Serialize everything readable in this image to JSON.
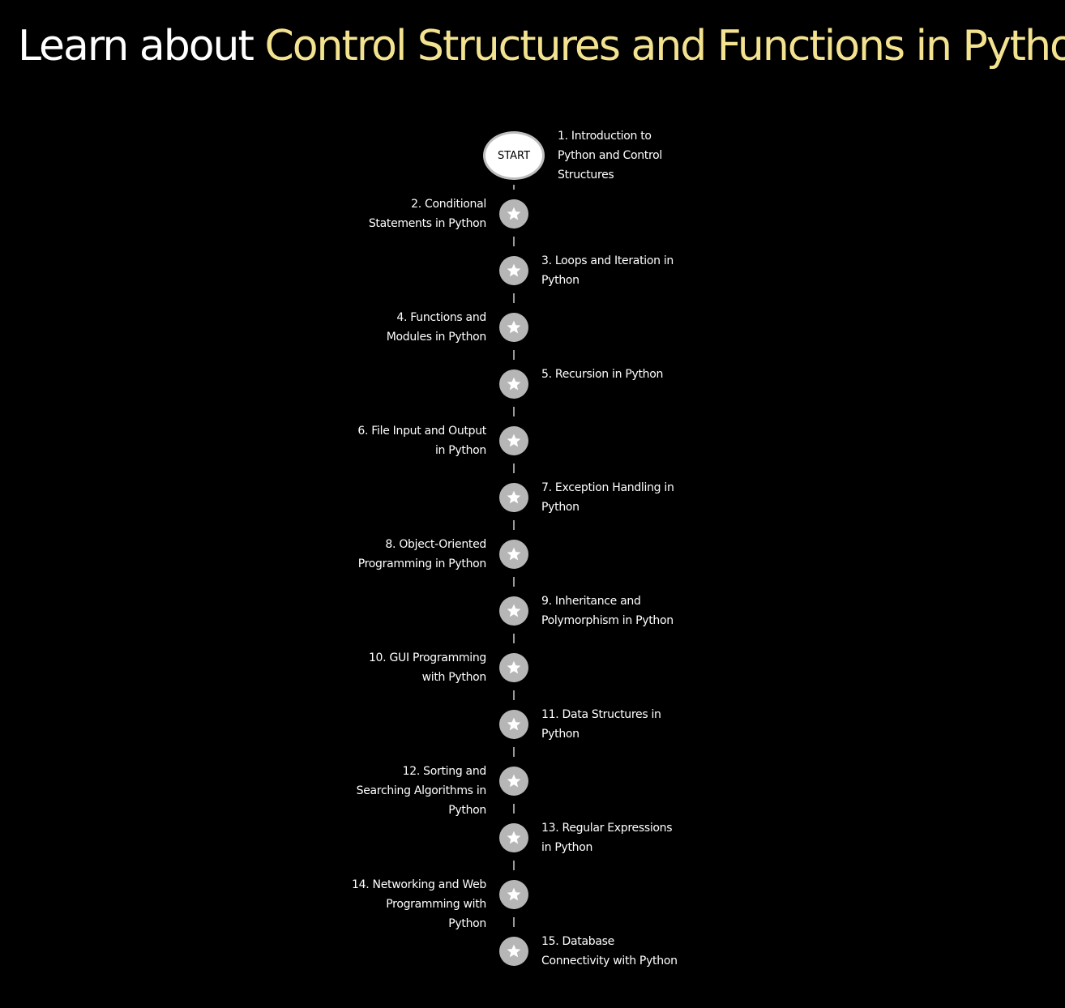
{
  "header": {
    "title_prefix": "Learn about ",
    "title_topic": "Control Structures and Functions in Python"
  },
  "colors": {
    "background": "#000000",
    "title_prefix": "#ffffff",
    "title_topic": "#f3e290",
    "node_fill": "#b6b6b6",
    "star_fill": "#ffffff",
    "start_fill": "#ffffff",
    "start_border": "#bdbdbd"
  },
  "roadmap": {
    "start_label": "START",
    "steps": [
      {
        "label": "1. Introduction to Python and Control Structures",
        "side": "right",
        "node": "start"
      },
      {
        "label": "2. Conditional Statements in Python",
        "side": "left",
        "node": "star-icon"
      },
      {
        "label": "3. Loops and Iteration in Python",
        "side": "right",
        "node": "star-icon"
      },
      {
        "label": "4. Functions and Modules in Python",
        "side": "left",
        "node": "star-icon"
      },
      {
        "label": "5. Recursion in Python",
        "side": "right",
        "node": "star-icon"
      },
      {
        "label": "6. File Input and Output in Python",
        "side": "left",
        "node": "star-icon"
      },
      {
        "label": "7. Exception Handling in Python",
        "side": "right",
        "node": "star-icon"
      },
      {
        "label": "8. Object-Oriented Programming in Python",
        "side": "left",
        "node": "star-icon"
      },
      {
        "label": "9. Inheritance and Polymorphism in Python",
        "side": "right",
        "node": "star-icon"
      },
      {
        "label": "10. GUI Programming with Python",
        "side": "left",
        "node": "star-icon"
      },
      {
        "label": "11. Data Structures in Python",
        "side": "right",
        "node": "star-icon"
      },
      {
        "label": "12. Sorting and Searching Algorithms in Python",
        "side": "left",
        "node": "star-icon"
      },
      {
        "label": "13. Regular Expressions in Python",
        "side": "right",
        "node": "star-icon"
      },
      {
        "label": "14. Networking and Web Programming with Python",
        "side": "left",
        "node": "star-icon"
      },
      {
        "label": "15. Database Connectivity with Python",
        "side": "right",
        "node": "star-icon"
      }
    ]
  }
}
